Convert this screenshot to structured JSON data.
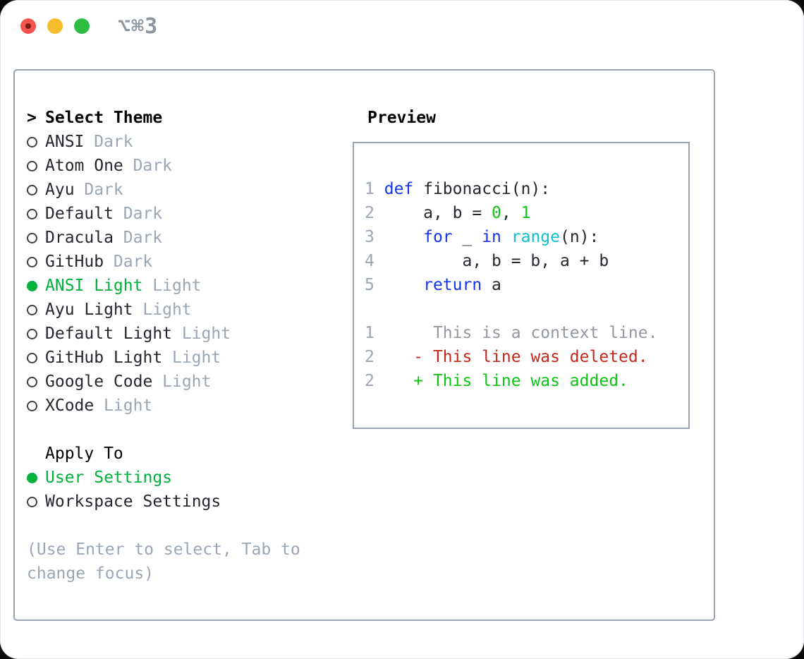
{
  "colors": {
    "ink": "#24272e",
    "muted": "#9aa6b3",
    "border": "#99a2ad",
    "green_sel": "#00b13c",
    "blue_kw": "#1334ea",
    "cyan_fn": "#10c0cb",
    "green_num": "#0fc515",
    "green_add": "#0ec413",
    "red_del": "#c2291b",
    "gray_ctx": "#93999f",
    "title_gray": "#8d959e",
    "tl_red": "#f4544d",
    "tl_red_dot": "#7a1d15",
    "tl_yellow": "#f7bc2c",
    "tl_green": "#2dbe41"
  },
  "titlebar": {
    "shortcut": "⌥⌘3"
  },
  "theme_section": {
    "prefix": ">",
    "heading": "Select Theme",
    "items": [
      {
        "label": "ANSI",
        "variant": "Dark",
        "selected": false
      },
      {
        "label": "Atom One",
        "variant": "Dark",
        "selected": false
      },
      {
        "label": "Ayu",
        "variant": "Dark",
        "selected": false
      },
      {
        "label": "Default",
        "variant": "Dark",
        "selected": false
      },
      {
        "label": "Dracula",
        "variant": "Dark",
        "selected": false
      },
      {
        "label": "GitHub",
        "variant": "Dark",
        "selected": false
      },
      {
        "label": "ANSI Light",
        "variant": "Light",
        "selected": true
      },
      {
        "label": "Ayu Light",
        "variant": "Light",
        "selected": false
      },
      {
        "label": "Default Light",
        "variant": "Light",
        "selected": false
      },
      {
        "label": "GitHub Light",
        "variant": "Light",
        "selected": false
      },
      {
        "label": "Google Code",
        "variant": "Light",
        "selected": false
      },
      {
        "label": "XCode",
        "variant": "Light",
        "selected": false
      }
    ]
  },
  "apply_section": {
    "heading": "Apply To",
    "items": [
      {
        "label": "User Settings",
        "selected": true
      },
      {
        "label": "Workspace Settings",
        "selected": false
      }
    ]
  },
  "hint": "(Use Enter to select, Tab to\nchange focus)",
  "preview": {
    "heading": "Preview",
    "lines": [
      [
        [
          "1",
          "ln"
        ],
        [
          " ",
          "def"
        ],
        [
          "def",
          "kw"
        ],
        [
          " fibonacci(n):",
          "def"
        ]
      ],
      [
        [
          "2",
          "ln"
        ],
        [
          "     a, b = ",
          "def"
        ],
        [
          "0",
          "num"
        ],
        [
          ", ",
          "def"
        ],
        [
          "1",
          "num"
        ]
      ],
      [
        [
          "3",
          "ln"
        ],
        [
          "     ",
          "def"
        ],
        [
          "for",
          "kw"
        ],
        [
          " _ ",
          "def"
        ],
        [
          "in",
          "kw"
        ],
        [
          " ",
          "def"
        ],
        [
          "range",
          "fn"
        ],
        [
          "(n):",
          "def"
        ]
      ],
      [
        [
          "4",
          "ln"
        ],
        [
          "         a, b = b, a + b",
          "def"
        ]
      ],
      [
        [
          "5",
          "ln"
        ],
        [
          "     ",
          "def"
        ],
        [
          "return",
          "kw"
        ],
        [
          " a",
          "def"
        ]
      ],
      [],
      [
        [
          "1",
          "ln"
        ],
        [
          "      This is a context line.",
          "ctx"
        ]
      ],
      [
        [
          "2",
          "ln"
        ],
        [
          "    - This line was deleted.",
          "del"
        ]
      ],
      [
        [
          "2",
          "ln"
        ],
        [
          "    + This line was added.",
          "add"
        ]
      ]
    ]
  }
}
